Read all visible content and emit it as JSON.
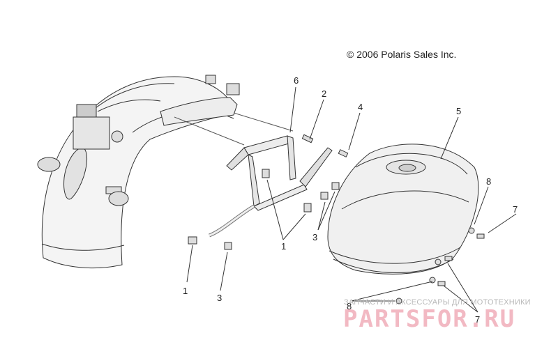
{
  "copyright": "© 2006 Polaris Sales Inc.",
  "callouts": {
    "c1a": "1",
    "c1b": "1",
    "c2": "2",
    "c3a": "3",
    "c3b": "3",
    "c4": "4",
    "c5": "5",
    "c6": "6",
    "c7a": "7",
    "c7b": "7",
    "c8a": "8",
    "c8b": "8"
  },
  "watermark": {
    "small": "ЗАПЧАСТИ И АКСЕССУАРЫ ДЛЯ МОТОТЕХНИКИ",
    "big": "PARTSFOR.RU"
  }
}
